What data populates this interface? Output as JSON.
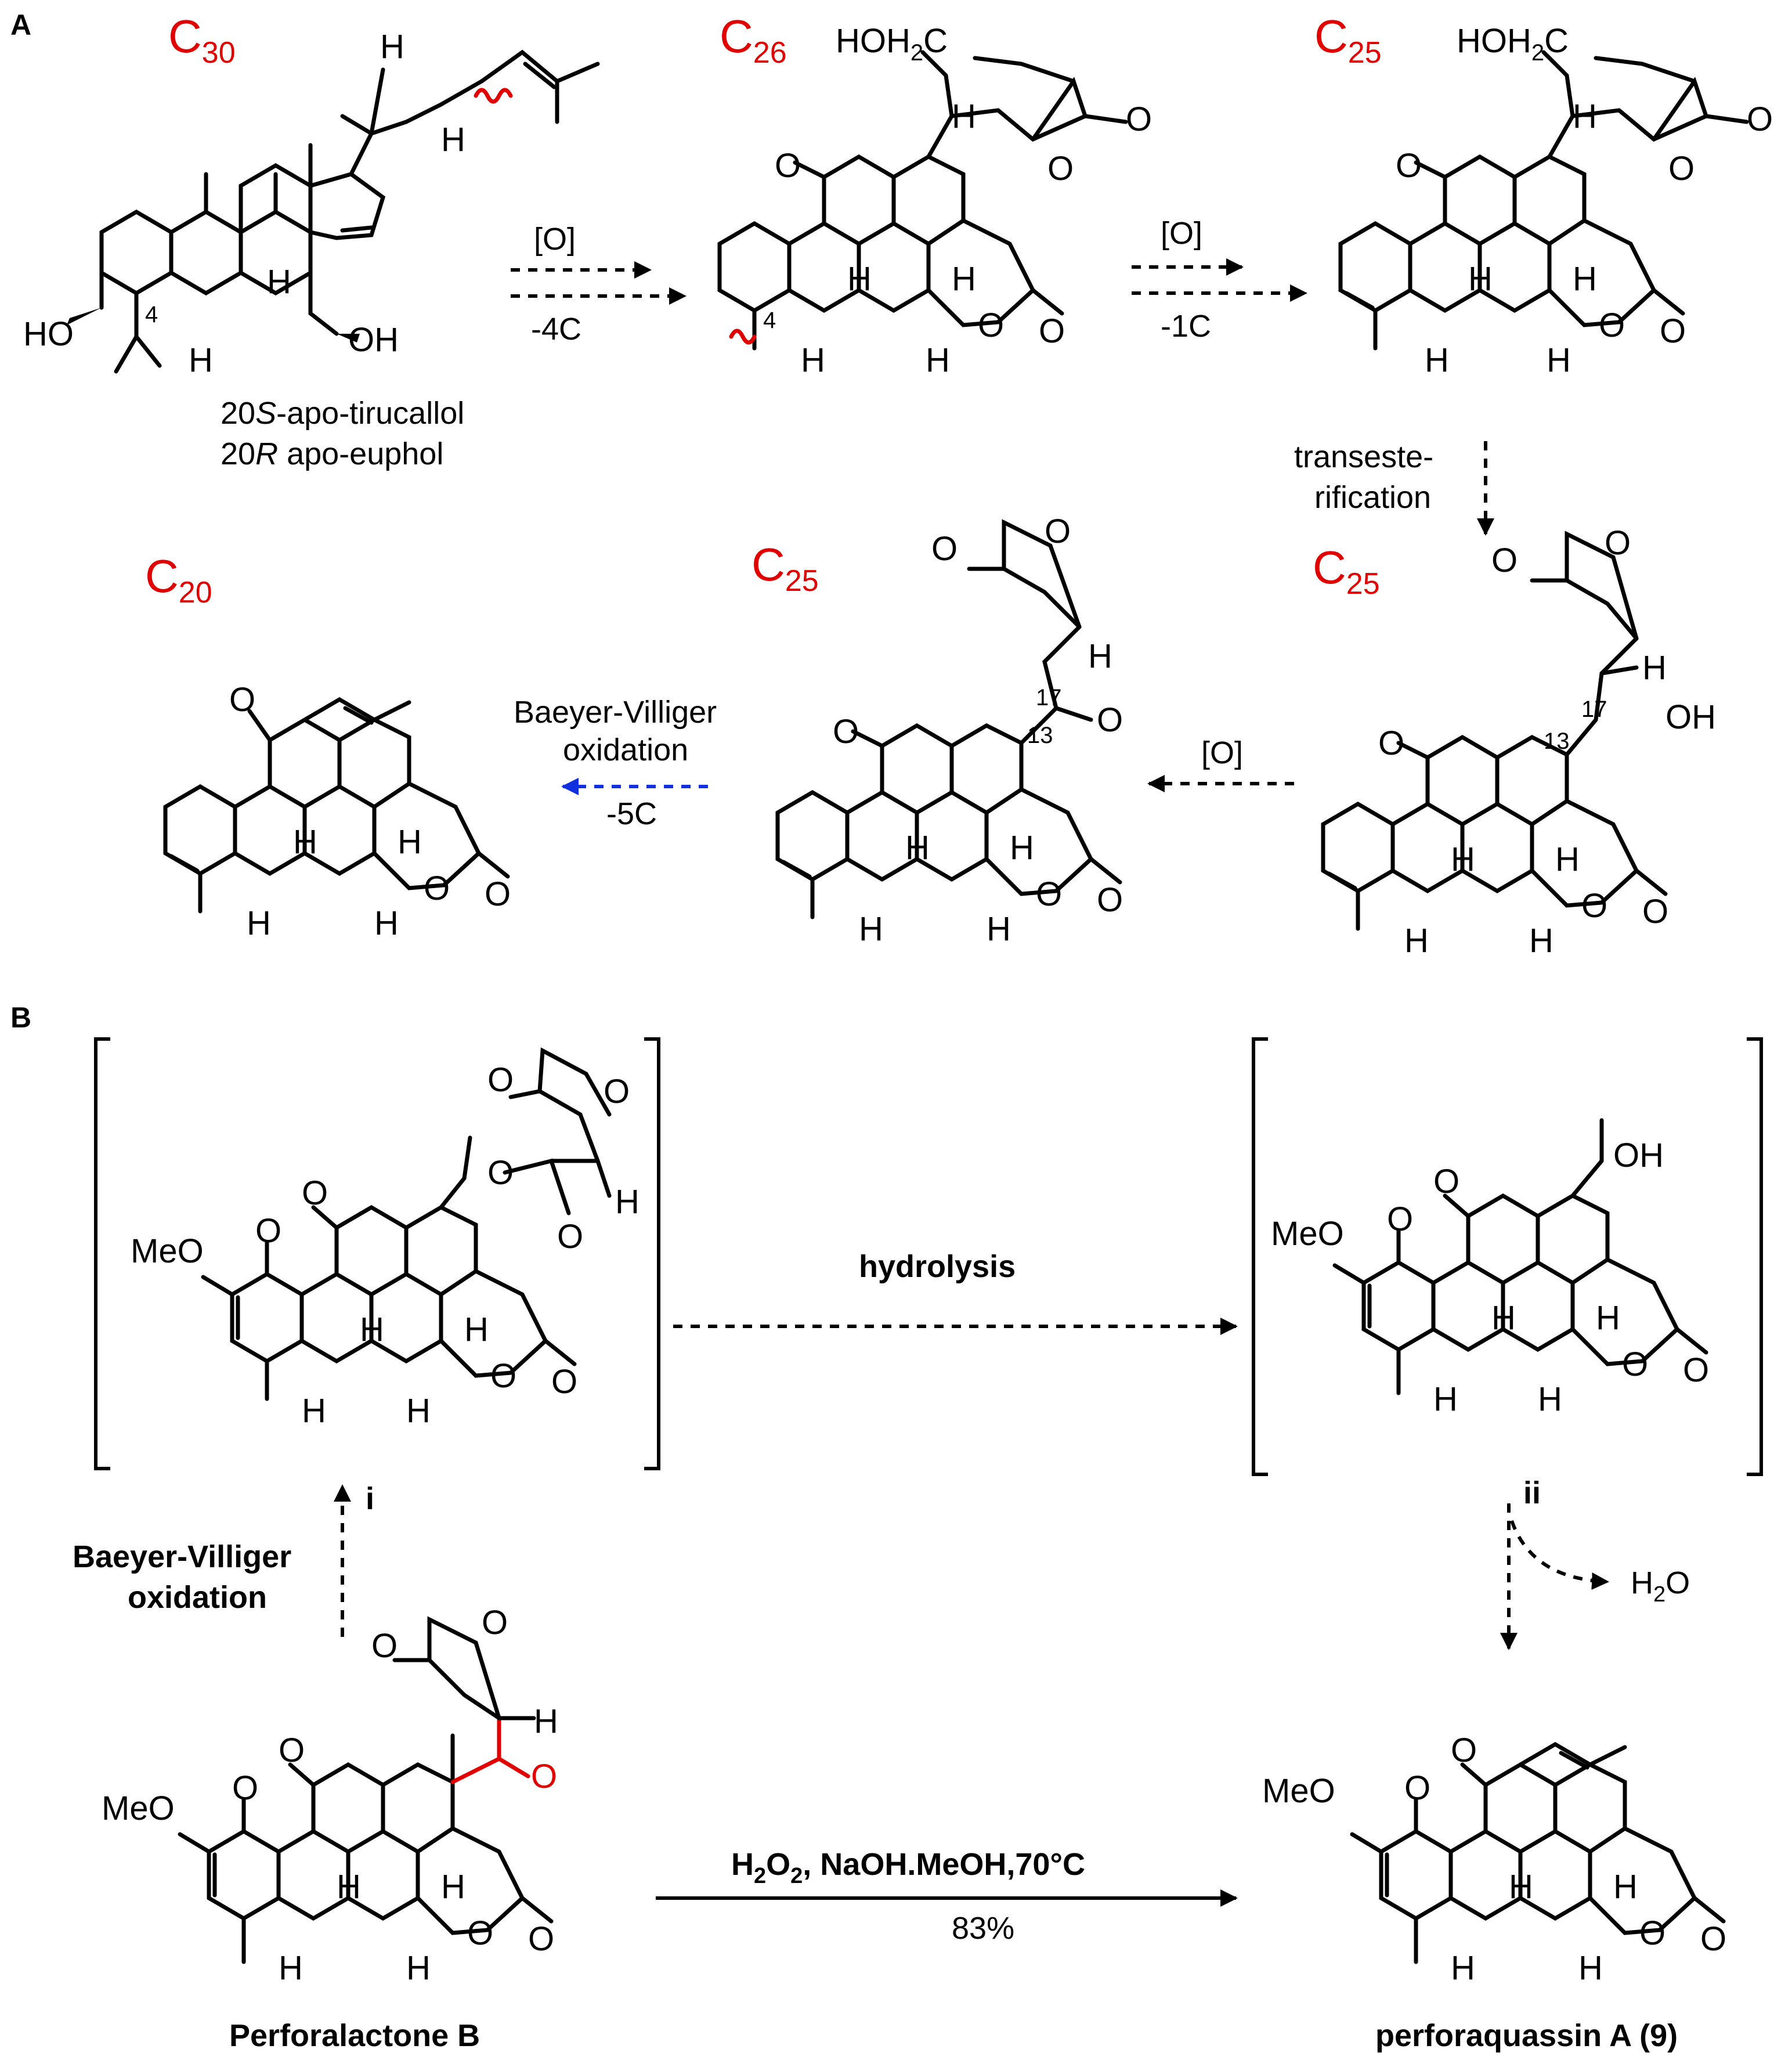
{
  "panels": {
    "a": "A",
    "b": "B"
  },
  "carbon_counts": {
    "c30": "C",
    "c30_sub": "30",
    "c26": "C",
    "c26_sub": "26",
    "c25a": "C",
    "c25a_sub": "25",
    "c25b": "C",
    "c25b_sub": "25",
    "c25c": "C",
    "c25c_sub": "25",
    "c20": "C",
    "c20_sub": "20"
  },
  "compound_labels": {
    "apo_tirucallol_prefix": "20",
    "apo_tirucallol_stereo": "S",
    "apo_tirucallol_name": "-apo-tirucallol",
    "apo_euphol_prefix": "20",
    "apo_euphol_stereo": "R",
    "apo_euphol_name": " apo-euphol",
    "perforalactone_b": "Perforalactone B",
    "perforaquassin": "perforaquassin A (9)"
  },
  "step_labels": {
    "oxidation": "[O]",
    "minus_4c": "-4C",
    "minus_1c": "-1C",
    "transesterification_1": "transeste-",
    "transesterification_2": "rification",
    "baeyer_villiger_1": "Baeyer-Villiger",
    "baeyer_villiger_2": "oxidation",
    "minus_5c": "-5C",
    "hydrolysis": "hydrolysis",
    "intermediate_i": "i",
    "intermediate_ii": "ii",
    "water": "H",
    "water_sub": "2",
    "water_o": "O",
    "reagents_h": "H",
    "reagents_h_sub": "2",
    "reagents_o": "O",
    "reagents_o_sub": "2",
    "reagents_rest": ", NaOH.MeOH,70°C",
    "yield": "83%"
  },
  "atom_labels": {
    "ho": "HO",
    "oh": "OH",
    "h": "H",
    "o": "O",
    "meo": "MeO",
    "hoh2c": "HOH",
    "hoh2c_sub": "2",
    "hoh2c_end": "C",
    "pos_4": "4",
    "pos_13": "13",
    "pos_17": "17"
  },
  "colors": {
    "carbon_count": "#e00000",
    "baeyer_villiger_arrow": "#1030e0",
    "cleaved_bond": "#e00000"
  }
}
